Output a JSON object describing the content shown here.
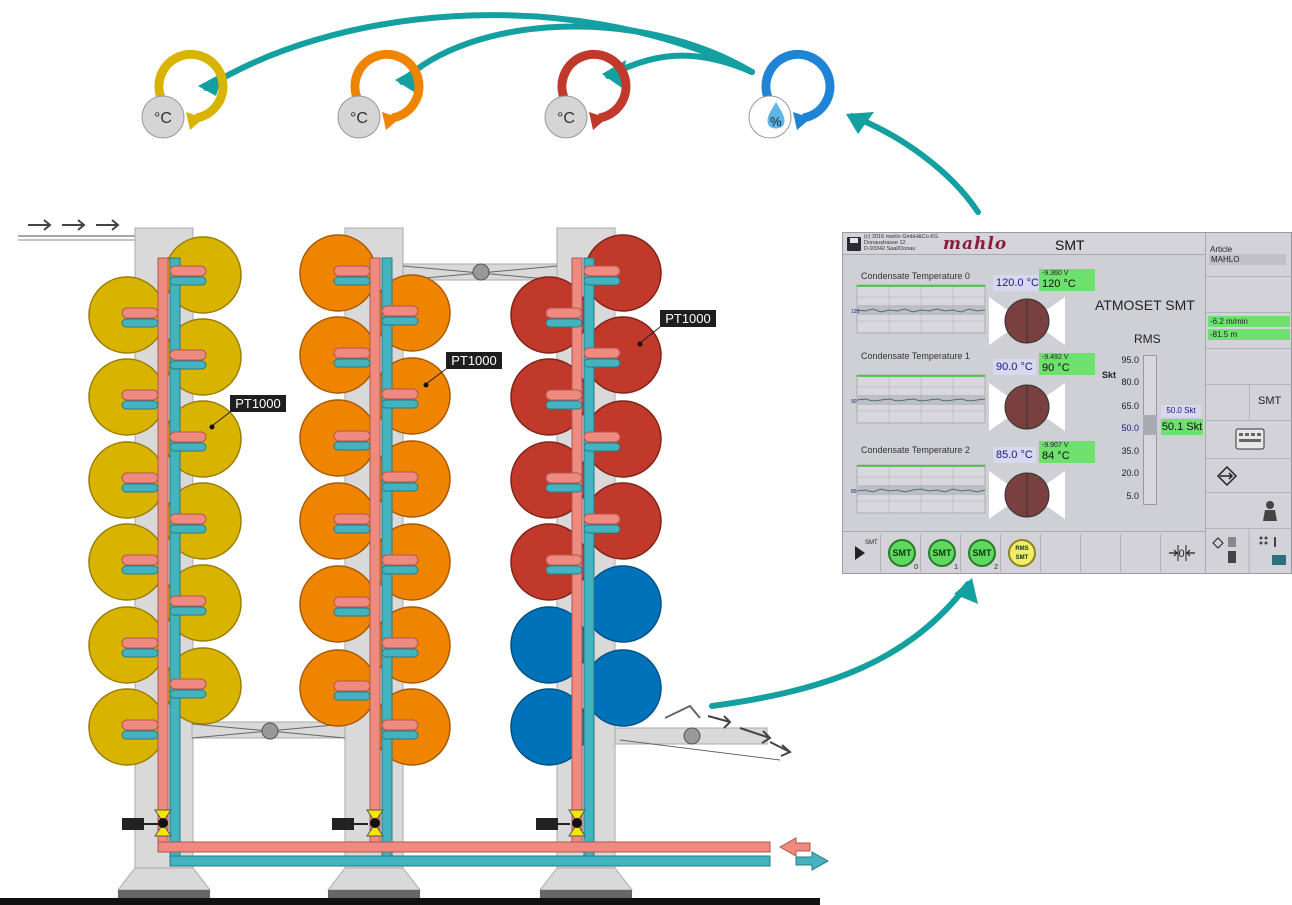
{
  "diagram": {
    "labels": {
      "pt1": "PT1000",
      "pt2": "PT1000",
      "pt3": "PT1000"
    },
    "icons": [
      {
        "name": "temperature-cycle-icon",
        "symbol": "°C",
        "color": "#d8b400"
      },
      {
        "name": "temperature-cycle-icon",
        "symbol": "°C",
        "color": "#ef8400"
      },
      {
        "name": "temperature-cycle-icon",
        "symbol": "°C",
        "color": "#c0392b"
      },
      {
        "name": "moisture-cycle-icon",
        "symbol": "%",
        "color": "#1f84d6"
      }
    ],
    "colors": {
      "yellow": "#d8b400",
      "orange": "#ef8400",
      "red": "#c0392b",
      "blue": "#0072b9",
      "pipe_hot": "#ef8a80",
      "pipe_cold": "#43b3bf",
      "arrow_teal": "#14a0a0"
    }
  },
  "hmi": {
    "copyright": [
      "(c) 2016 mahlo GmbH&Co.KG",
      "Donaustrasse 12",
      "D-93342 Saal/Donau"
    ],
    "logo": "mahlo",
    "title": "SMT",
    "sections": [
      {
        "label": "Condensate Temperature 0",
        "setpoint": "120.0 °C",
        "voltage": "-9.360 V",
        "temperature": "120 °C",
        "tick": "120"
      },
      {
        "label": "Condensate Temperature 1",
        "setpoint": "90.0 °C",
        "voltage": "-9.492 V",
        "temperature": "90 °C",
        "tick": "90"
      },
      {
        "label": "Condensate Temperature 2",
        "setpoint": "85.0 °C",
        "voltage": "-9.907 V",
        "temperature": "84 °C",
        "tick": "85"
      }
    ],
    "atmoset": "ATMOSET SMT",
    "rms": "RMS",
    "unit": "Skt",
    "scale_ticks": [
      "95.0",
      "80.0",
      "65.0",
      "50.0",
      "35.0",
      "20.0",
      "5.0"
    ],
    "skt_set": "50.0 Skt",
    "skt_measured": "50.1 Skt",
    "toolbar": {
      "start_label": "SMT",
      "buttons": [
        {
          "label": "SMT",
          "sub": "0"
        },
        {
          "label": "SMT",
          "sub": "1"
        },
        {
          "label": "SMT",
          "sub": "2"
        },
        {
          "label": "RMS SMT",
          "sub": ""
        }
      ]
    },
    "side": {
      "article_label": "Article",
      "article_value": "MAHLO",
      "speed": "-6.2 m/min",
      "length": "-81.5 m",
      "smt_label": "SMT"
    }
  }
}
